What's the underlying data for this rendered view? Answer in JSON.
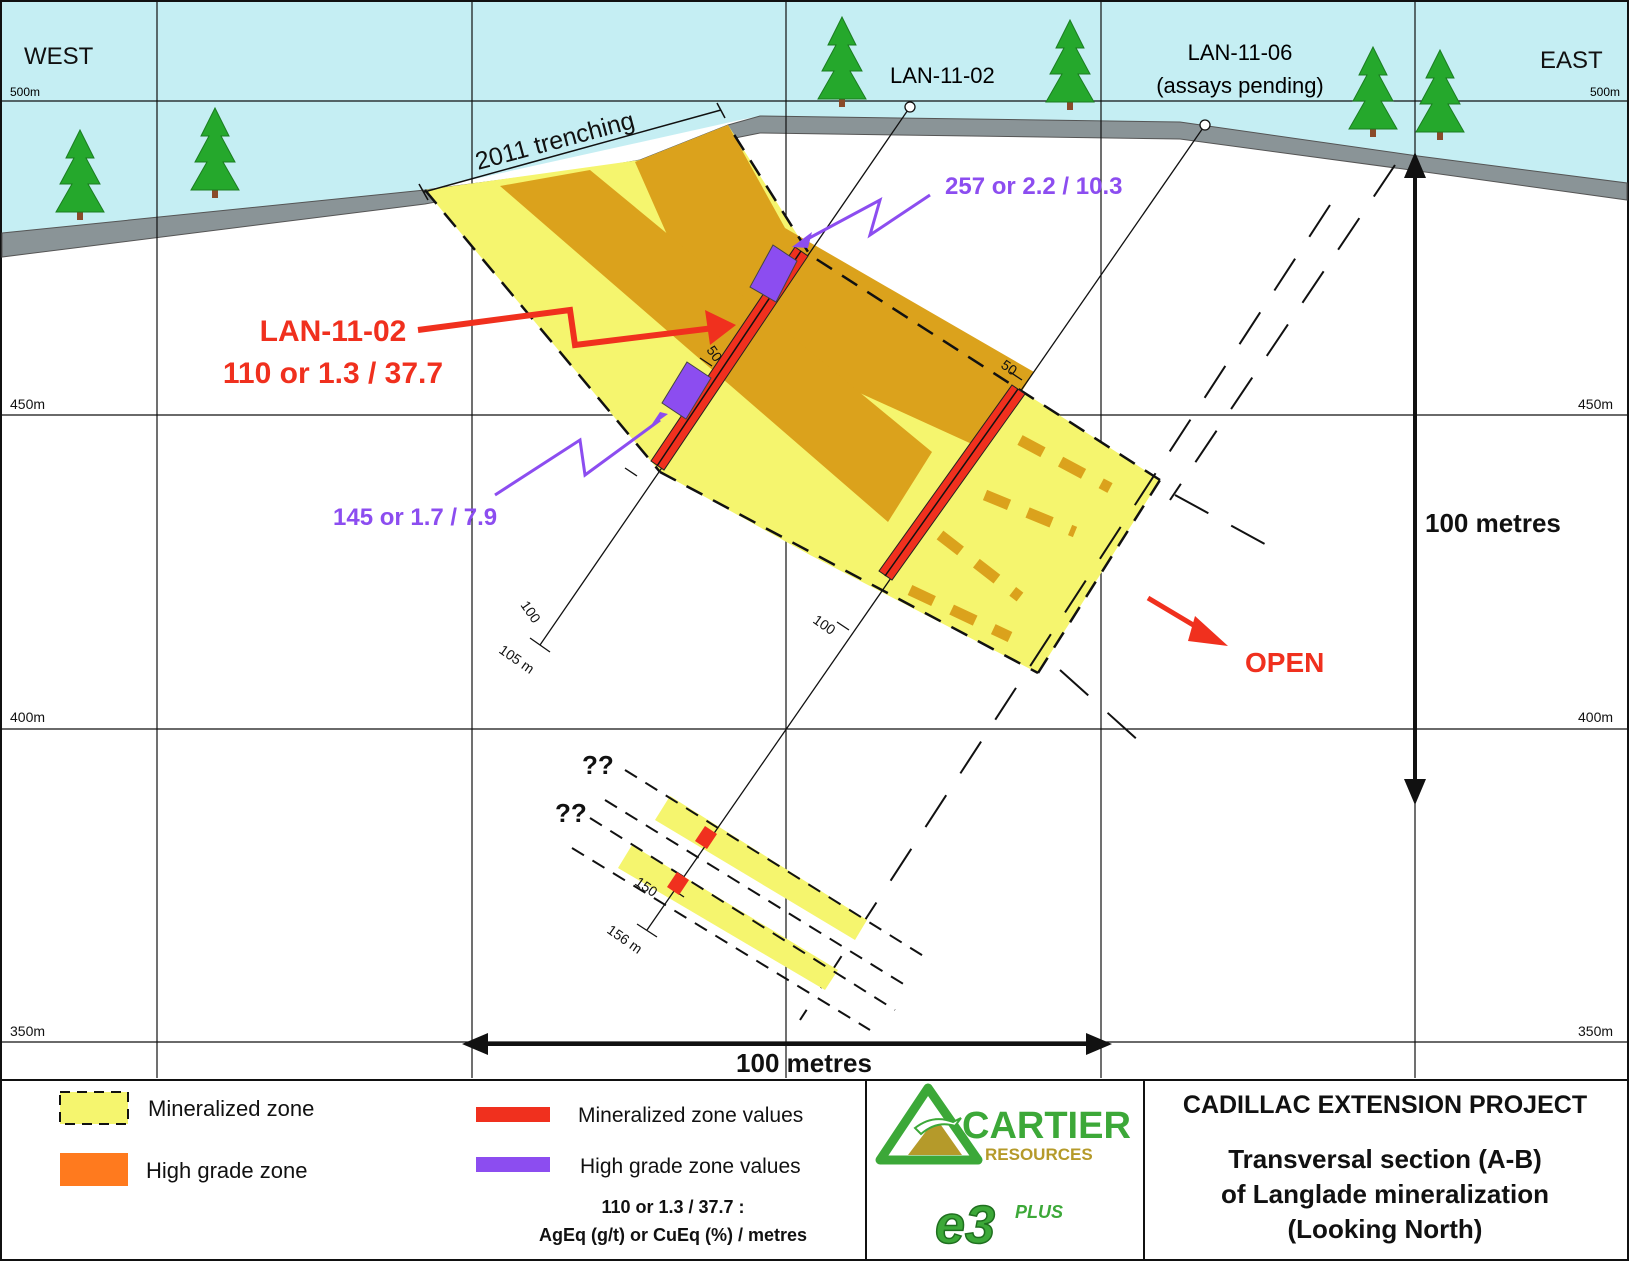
{
  "directions": {
    "west": "WEST",
    "east": "EAST"
  },
  "elevations": {
    "e500": "500m",
    "e450": "450m",
    "e400": "400m",
    "e350": "350m"
  },
  "trenching_label": "2011 trenching",
  "holes": {
    "lan1102_label": "LAN-11-02",
    "lan1106_label": "LAN-11-06",
    "lan1106_note": "(assays pending)",
    "lan1102_depth_50": "50",
    "lan1102_depth_100": "100",
    "lan1102_end": "105 m",
    "lan1106_depth_50": "50",
    "lan1106_depth_100": "100",
    "lan1106_depth_150": "150",
    "lan1106_end": "156 m"
  },
  "annotations": {
    "main_hole": "LAN-11-02",
    "main_value": "110 or 1.3 / 37.7",
    "hg_upper": "257 or 2.2 / 10.3",
    "hg_lower": "145 or 1.7 / 7.9",
    "open": "OPEN",
    "unknown1": "??",
    "unknown2": "??"
  },
  "scale": {
    "vertical": "100 metres",
    "horizontal": "100 metres"
  },
  "legend": {
    "mineralized_zone": "Mineralized zone",
    "high_grade_zone": "High grade zone",
    "mineralized_values": "Mineralized zone values",
    "high_grade_values": "High grade zone values",
    "value_format_1": "110 or 1.3 / 37.7 :",
    "value_format_2": "AgEq (g/t) or CuEq (%) / metres"
  },
  "logos": {
    "cartier": "CARTIER",
    "resources": "RESOURCES",
    "e3": "e3",
    "plus": "PLUS"
  },
  "title_block": {
    "project": "CADILLAC EXTENSION PROJECT",
    "line1": "Transversal section (A-B)",
    "line2": "of Langlade mineralization",
    "line3": "(Looking North)"
  },
  "colors": {
    "sky": "#c5eef3",
    "ground": "#8a9497",
    "mineralized": "#f5f56e",
    "high_grade": "#dba21c",
    "mineral_values": "#f0301e",
    "high_grade_values": "#8c4df0",
    "tree": "#25a82c",
    "logo_green": "#3ca838",
    "logo_gold": "#b59a2a"
  }
}
